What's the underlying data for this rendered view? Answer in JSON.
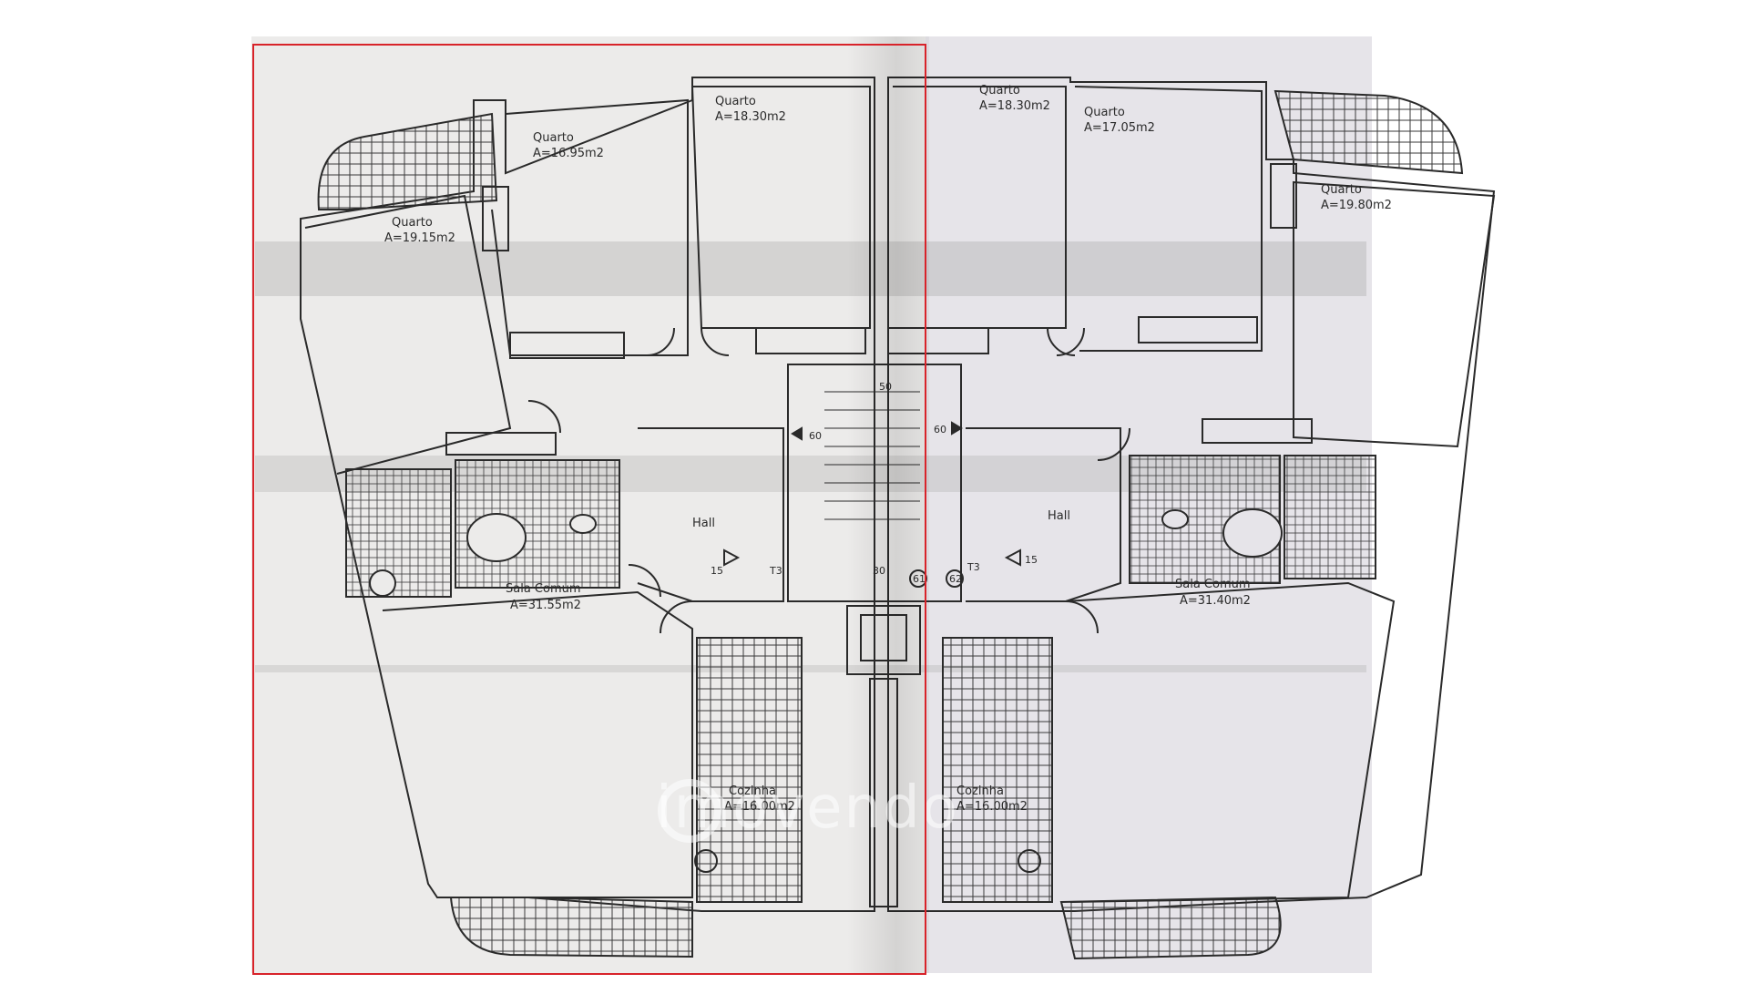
{
  "rooms_left": {
    "quarto_a": {
      "name": "Quarto",
      "area": "A=19.15m2"
    },
    "quarto_b": {
      "name": "Quarto",
      "area": "A=16.95m2"
    },
    "quarto_c": {
      "name": "Quarto",
      "area": "A=18.30m2"
    },
    "hall": {
      "name": "Hall"
    },
    "sala": {
      "name": "Sala Comum",
      "area": "A=31.55m2"
    },
    "cozinha": {
      "name": "Cozinha",
      "area": "A=16.00m2"
    }
  },
  "rooms_right": {
    "quarto_a": {
      "name": "Quarto",
      "area": "A=18.30m2"
    },
    "quarto_b": {
      "name": "Quarto",
      "area": "A=17.05m2"
    },
    "quarto_c": {
      "name": "Quarto",
      "area": "A=19.80m2"
    },
    "hall": {
      "name": "Hall"
    },
    "sala": {
      "name": "Sala Comum",
      "area": "A=31.40m2"
    },
    "cozinha": {
      "name": "Cozinha",
      "area": "A=16.00m2"
    }
  },
  "markers": {
    "t3_left": "T3",
    "t3_right": "T3",
    "m15_left": "15",
    "m15_right": "15",
    "m60_left": "60",
    "m60_right": "60",
    "m50": "50",
    "m30": "30",
    "m61": "61",
    "m62": "62"
  },
  "watermark": "imovendo",
  "colors": {
    "highlight": "#d8232a",
    "lines": "#2a2a2a"
  }
}
